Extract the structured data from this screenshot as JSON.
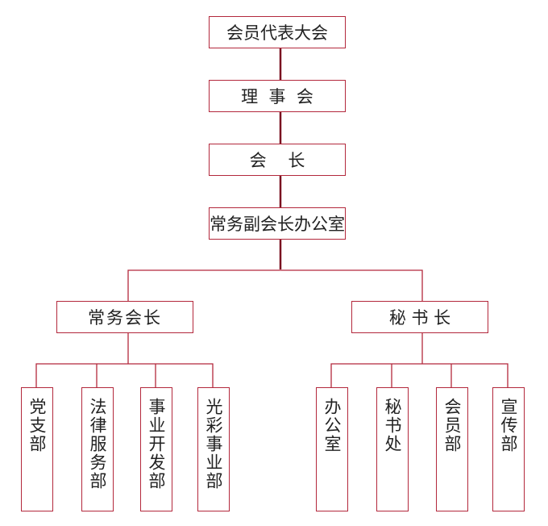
{
  "chart": {
    "top": {
      "assembly": "会员代表大会",
      "council": "理  事  会",
      "president": "会    长",
      "office": "常务副会长办公室"
    },
    "left": {
      "head": "常务会长",
      "depts": [
        "党支部",
        "法律服务部",
        "事业开发部",
        "光彩事业部"
      ]
    },
    "right": {
      "head": "秘 书 长",
      "depts": [
        "办公室",
        "秘书处",
        "会员部",
        "宣传部"
      ]
    }
  },
  "colors": {
    "border": "#b3283c",
    "line_dark": "#7a1020"
  }
}
